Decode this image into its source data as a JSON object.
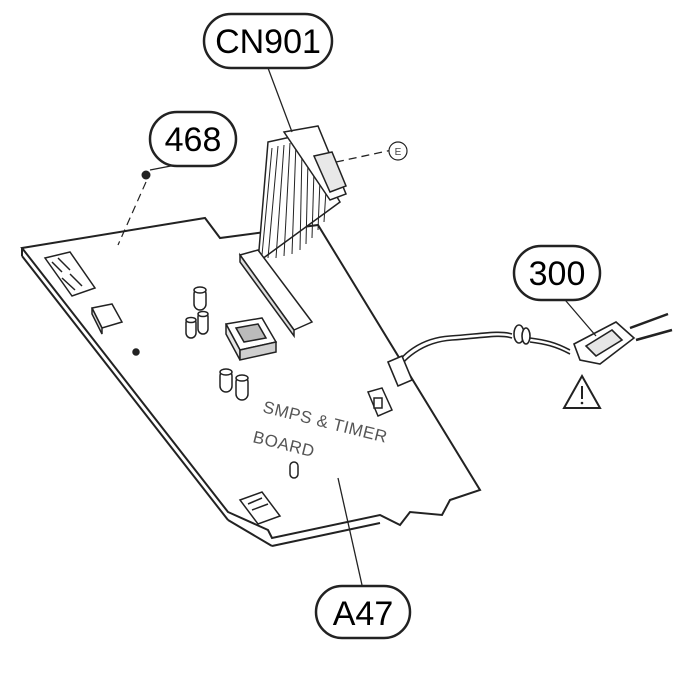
{
  "callouts": {
    "cn901": "CN901",
    "screw": "468",
    "power_cord": "300",
    "board": "A47",
    "ref_e": "E"
  },
  "board": {
    "label_line1": "SMPS & TIMER",
    "label_line2": "BOARD"
  },
  "colors": {
    "stroke": "#222222",
    "background": "#ffffff"
  }
}
